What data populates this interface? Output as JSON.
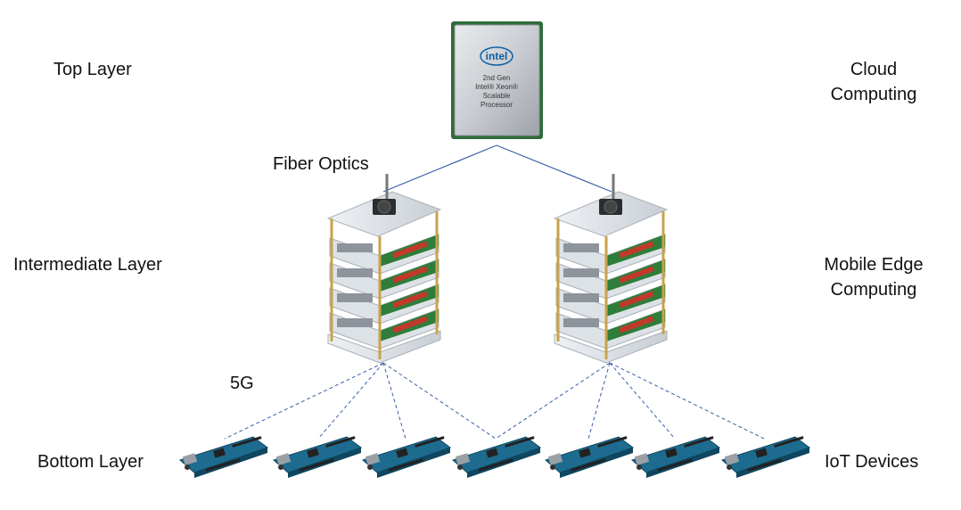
{
  "layers": {
    "top": "Top Layer",
    "intermediate": "Intermediate Layer",
    "bottom": "Bottom Layer"
  },
  "computing": {
    "cloud_line1": "Cloud",
    "cloud_line2": "Computing",
    "mec_line1": "Mobile Edge",
    "mec_line2": "Computing",
    "iot": "IoT Devices"
  },
  "links": {
    "fiber": "Fiber Optics",
    "g5": "5G"
  },
  "processor": {
    "brand": "intel",
    "line1": "2nd Gen",
    "line2": "Intel® Xeon®",
    "line3": "Scalable",
    "line4": "Processor"
  },
  "colors": {
    "link_line": "#3a5fa8",
    "chip_body": "#b8bcc2",
    "acrylic": "#d6dbe0",
    "board_green": "#2f7d3a",
    "arduino_blue": "#1d6c8f",
    "brass_standoff": "#c9a24a"
  }
}
